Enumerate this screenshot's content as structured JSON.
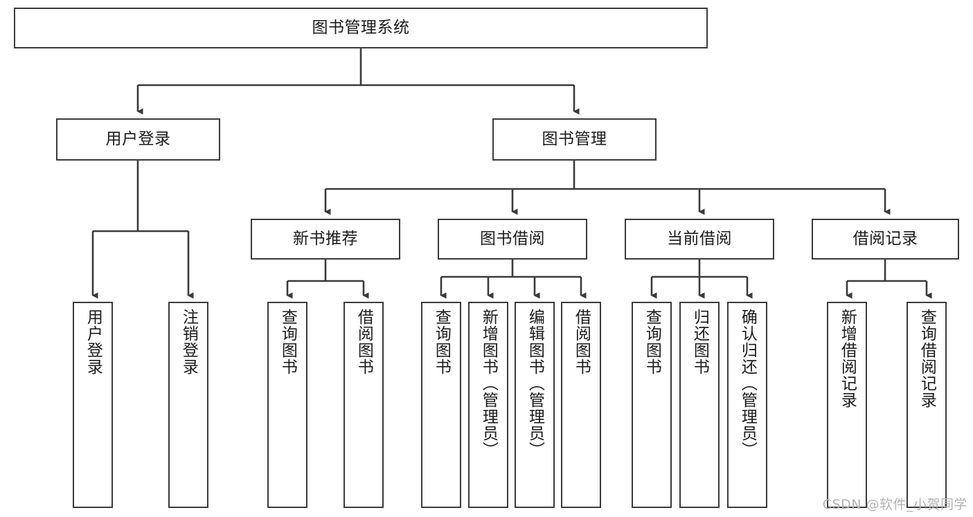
{
  "diagram": {
    "title": "图书管理系统",
    "type": "tree-hierarchy",
    "watermark": "CSDN @软件_小贺同学",
    "colors": {
      "box_border": "#3a3a3a",
      "box_fill": "#ffffff",
      "edge": "#3a3a3a",
      "text": "#1b1b1b",
      "watermark": "#b3b3b3"
    },
    "nodes": {
      "root": "图书管理系统",
      "level2": {
        "user_login": "用户登录",
        "book_manage": "图书管理"
      },
      "level3": {
        "new_book_recommend": "新书推荐",
        "book_borrow": "图书借阅",
        "current_borrow": "当前借阅",
        "borrow_record": "借阅记录"
      },
      "leaves": {
        "user_login_1": "用户登录",
        "user_login_2": "注销登录",
        "new_book_1": "查询图书",
        "new_book_2": "借阅图书",
        "book_borrow_1": "查询图书",
        "book_borrow_2": "新增图书（管理员）",
        "book_borrow_3": "编辑图书（管理员）",
        "book_borrow_4": "借阅图书",
        "current_borrow_1": "查询图书",
        "current_borrow_2": "归还图书",
        "current_borrow_3": "确认归还（管理员）",
        "borrow_record_1": "新增借阅记录",
        "borrow_record_2": "查询借阅记录"
      }
    }
  }
}
